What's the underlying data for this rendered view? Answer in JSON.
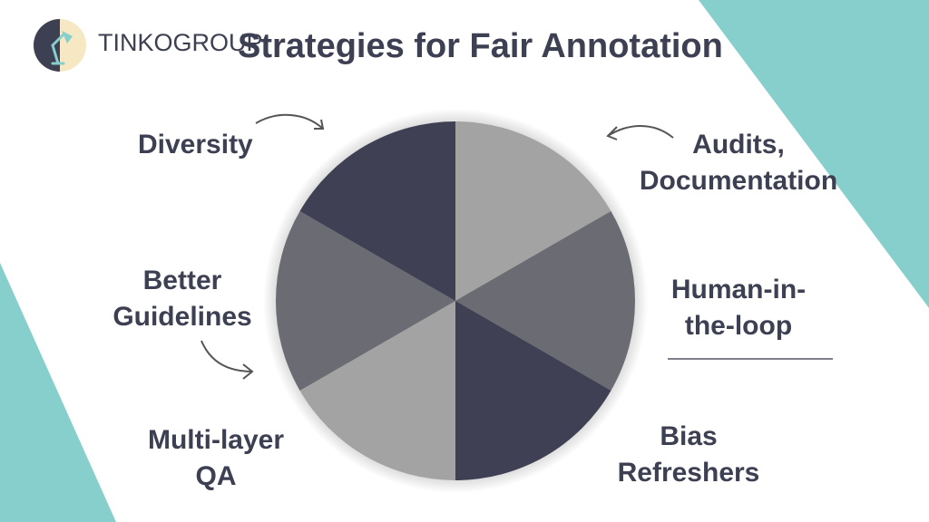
{
  "brand": {
    "name": "TINKOGROUP"
  },
  "title": "Strategies for Fair Annotation",
  "segments": [
    {
      "label": "Audits,\nDocumentation",
      "color": "#a3a3a3"
    },
    {
      "label": "Human-in-\nthe-loop",
      "color": "#6b6b73"
    },
    {
      "label": "Bias\nRefreshers",
      "color": "#3f4053"
    },
    {
      "label": "Multi-layer\nQA",
      "color": "#a3a3a3"
    },
    {
      "label": "Better\nGuidelines",
      "color": "#6b6b73"
    },
    {
      "label": "Diversity",
      "color": "#3f4053"
    }
  ],
  "colors": {
    "accent_teal": "#87cfcc",
    "text_dark": "#3d4052",
    "pie_light": "#a3a3a3",
    "pie_mid": "#6b6b73",
    "pie_dark": "#3f4053"
  }
}
